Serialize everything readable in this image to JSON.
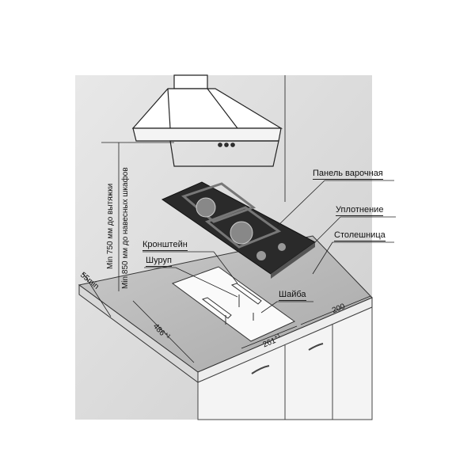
{
  "labels": {
    "hob": "Панель варочная",
    "seal": "Уплотнение",
    "countertop": "Столешница",
    "bracket": "Кронштейн",
    "screw": "Шуруп",
    "washer": "Шайба"
  },
  "dimensions": {
    "min_hood": "Min 750 мм до вытяжки",
    "min_cabinets": "Min 850 мм до навесных шкафов",
    "edge": "55min",
    "depth": "486",
    "depth_tol": "+1",
    "width": "261",
    "width_tol": "+1",
    "side": "200"
  }
}
